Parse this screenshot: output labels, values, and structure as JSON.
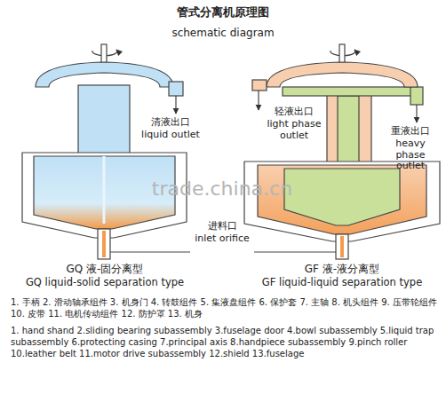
{
  "diagram": {
    "title": "管式分离机原理图",
    "labels": [
      "schematic diagram",
      "清液出口",
      "liquid outlet",
      "轻液出口",
      "light phase outlet",
      "重液出口",
      "heavy phase outlet",
      "进料口",
      "inlet orifice",
      "GQ 液-固分离型",
      "GQ liquid-solid separation type",
      "GF 液-液分离型",
      "GF liquid-liquid separation type",
      "trade.china.cn",
      "1. 手柄 2. 滑动轴承组件 3. 机身门 4. 转鼓组件 5. 集液盘组件 6. 保护套 7. 主轴 8. 机头组件 9. 压带轮组件 10. 皮带 11. 电机传动组件 12. 防护罩 13. 机身",
      "1. hand shand 2.sliding bearing subassembly 3.fuselage door 4.bowl subassembly 5.liquid trap subassembly 6.protecting casing 7.principal axis 8.handpiece subassembly 9.pinch roller 10.leather belt 11.motor drive subassembly 12.shield 13.fuselage"
    ]
  }
}
